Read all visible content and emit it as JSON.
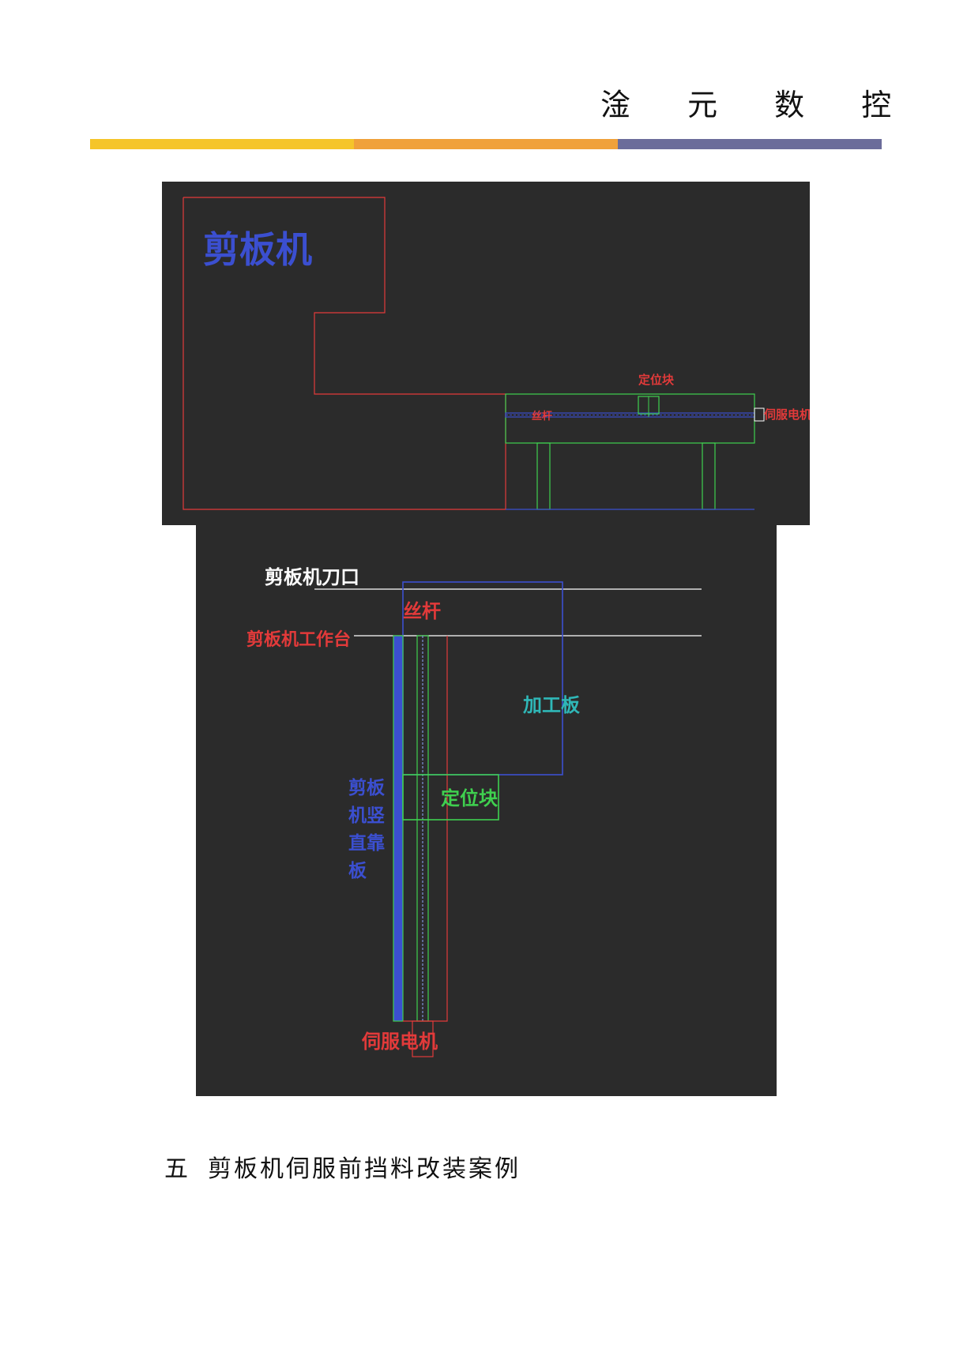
{
  "header": {
    "brand": "淦 元 数 控"
  },
  "diagram_top": {
    "machine_label": "剪板机",
    "locating_block_label": "定位块",
    "lead_screw_label": "丝杆",
    "servo_motor_label": "伺服电机"
  },
  "diagram_bottom": {
    "blade_label": "剪板机刀口",
    "lead_screw_label": "丝杆",
    "worktable_label": "剪板机工作台",
    "workpiece_label": "加工板",
    "locating_block_label": "定位块",
    "side_plate_label": [
      "剪板",
      "机竖",
      "直靠",
      "板"
    ],
    "servo_motor_label": "伺服电机"
  },
  "section": {
    "number": "五",
    "title": "剪板机伺服前挡料改装案例"
  },
  "colors": {
    "cad_background": "#2b2b2b",
    "cad_red": "#e23a3a",
    "cad_blue": "#3b4fd0",
    "cad_green": "#3fd04f",
    "cad_cyan": "#2fb7b7",
    "cad_white": "#ffffff"
  }
}
